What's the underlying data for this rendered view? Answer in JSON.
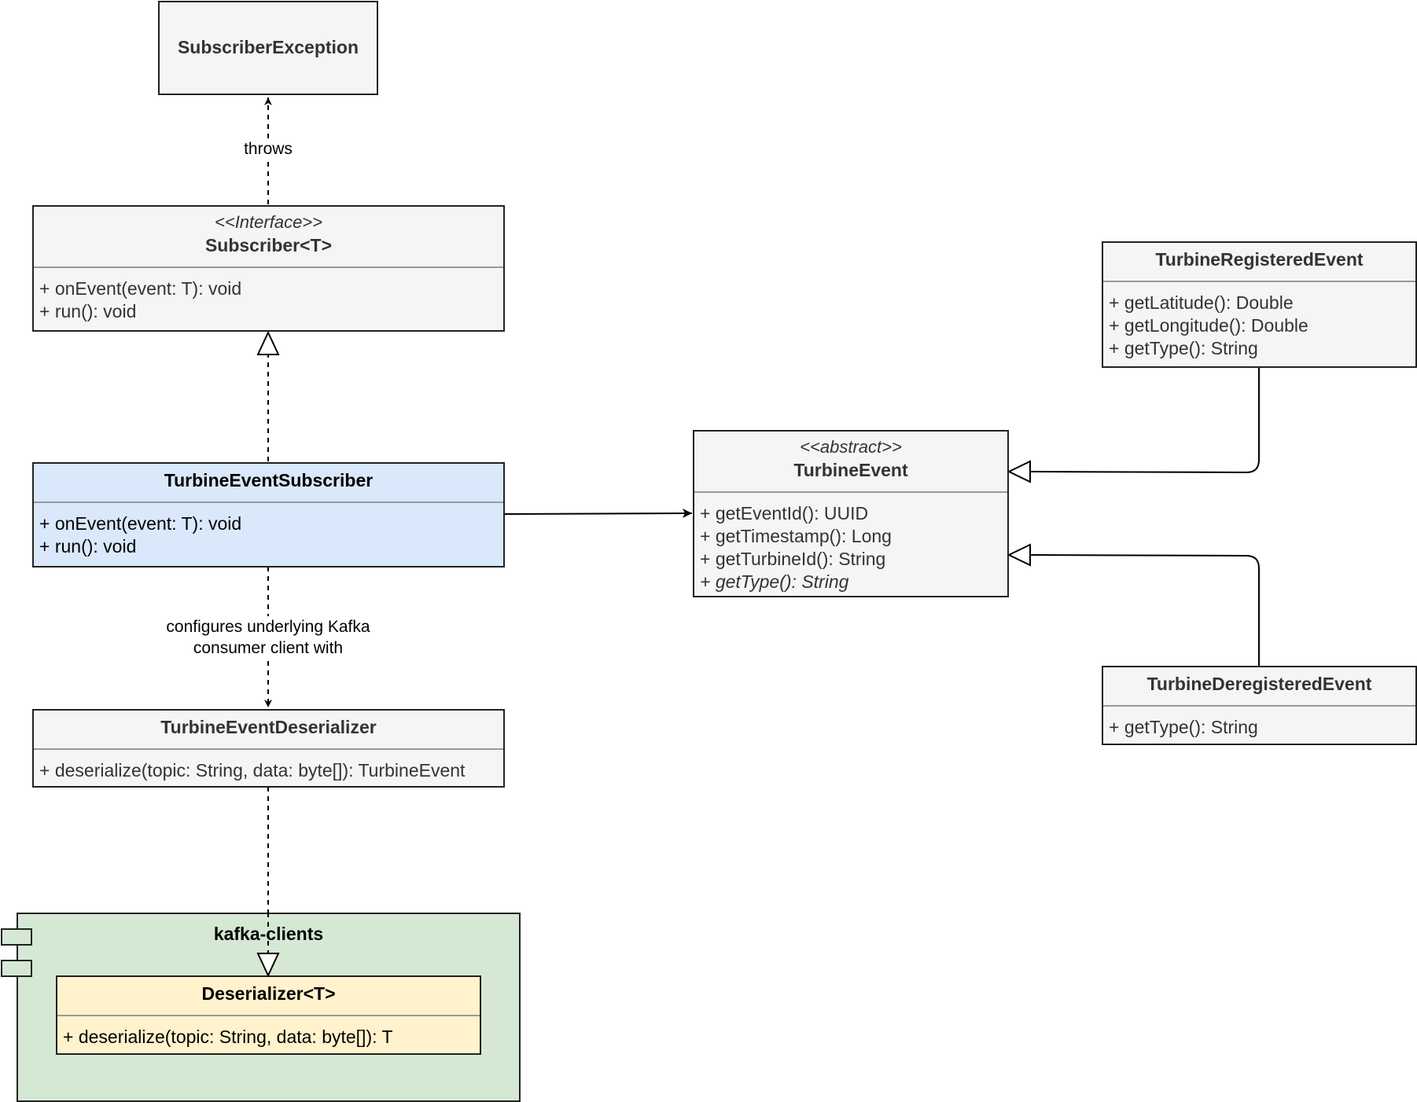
{
  "classes": {
    "subscriber_exception": {
      "name": "SubscriberException"
    },
    "subscriber": {
      "stereotype": "<<Interface>>",
      "name": "Subscriber<T>",
      "members": [
        "+ onEvent(event: T): void",
        "+ run(): void"
      ]
    },
    "turbine_event_subscriber": {
      "name": "TurbineEventSubscriber",
      "members": [
        "+ onEvent(event: T): void",
        "+ run(): void"
      ]
    },
    "turbine_event_deserializer": {
      "name": "TurbineEventDeserializer",
      "members": [
        "+ deserialize(topic: String, data: byte[]): TurbineEvent"
      ]
    },
    "turbine_event": {
      "stereotype": "<<abstract>>",
      "name": "TurbineEvent",
      "members": [
        "+ getEventId(): UUID",
        "+ getTimestamp(): Long",
        "+ getTurbineId(): String"
      ],
      "abstract_member": "+ getType(): String"
    },
    "turbine_registered_event": {
      "name": "TurbineRegisteredEvent",
      "members": [
        "+ getLatitude(): Double",
        "+ getLongitude(): Double",
        "+ getType(): String"
      ]
    },
    "turbine_deregistered_event": {
      "name": "TurbineDeregisteredEvent",
      "members": [
        "+ getType(): String"
      ]
    },
    "deserializer": {
      "name": "Deserializer<T>",
      "members": [
        "+ deserialize(topic: String, data: byte[]): T"
      ]
    }
  },
  "component": {
    "name": "kafka-clients"
  },
  "edges": {
    "throws_label": "throws",
    "configures_label_line1": "configures underlying Kafka",
    "configures_label_line2": "consumer client with"
  }
}
